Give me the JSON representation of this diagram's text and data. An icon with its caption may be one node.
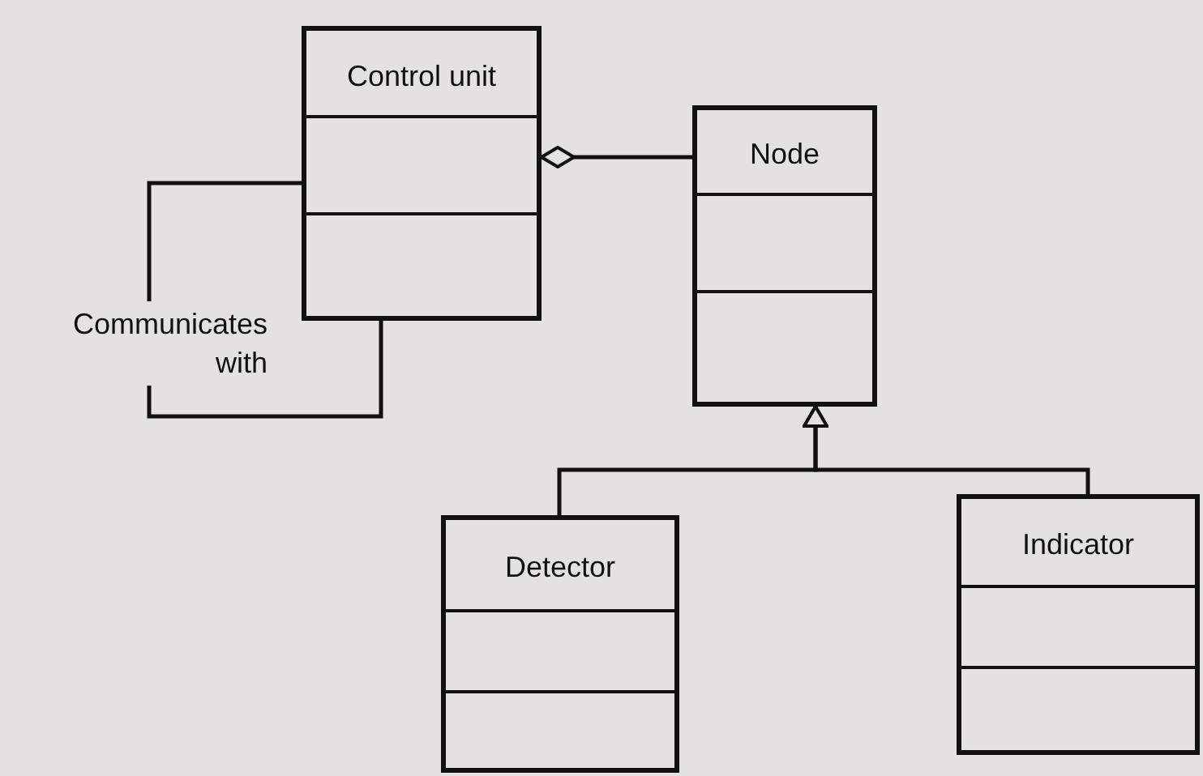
{
  "diagram": {
    "nodes": [
      {
        "text": [
          "Control unit"
        ]
      },
      {
        "text": [
          "Node"
        ]
      },
      {
        "text": [
          "Detector"
        ]
      },
      {
        "text": [
          "Indicator"
        ]
      }
    ],
    "edges": [
      {
        "from": 0,
        "to": 0,
        "arrow": "none",
        "label": "Communicates with"
      },
      {
        "from": 1,
        "to": 0,
        "arrow": "other"
      },
      {
        "from": 2,
        "to": 1,
        "arrow": "to"
      },
      {
        "from": 3,
        "to": 1,
        "arrow": "to"
      }
    ]
  }
}
